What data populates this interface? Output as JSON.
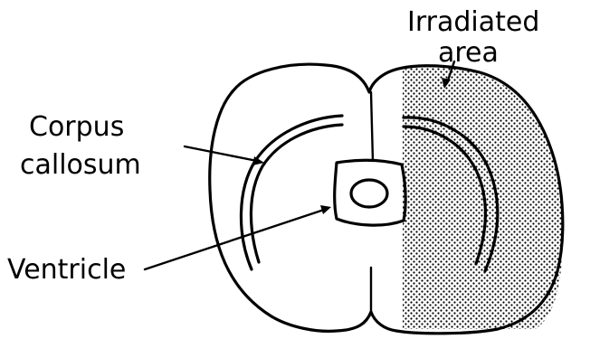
{
  "labels": {
    "irradiated_line1": "Irradiated",
    "irradiated_line2": "area",
    "corpus_line1": "Corpus",
    "corpus_line2": "callosum",
    "ventricle": "Ventricle"
  },
  "colors": {
    "ink": "#000000",
    "background": "#ffffff",
    "stipple": "#000000"
  }
}
